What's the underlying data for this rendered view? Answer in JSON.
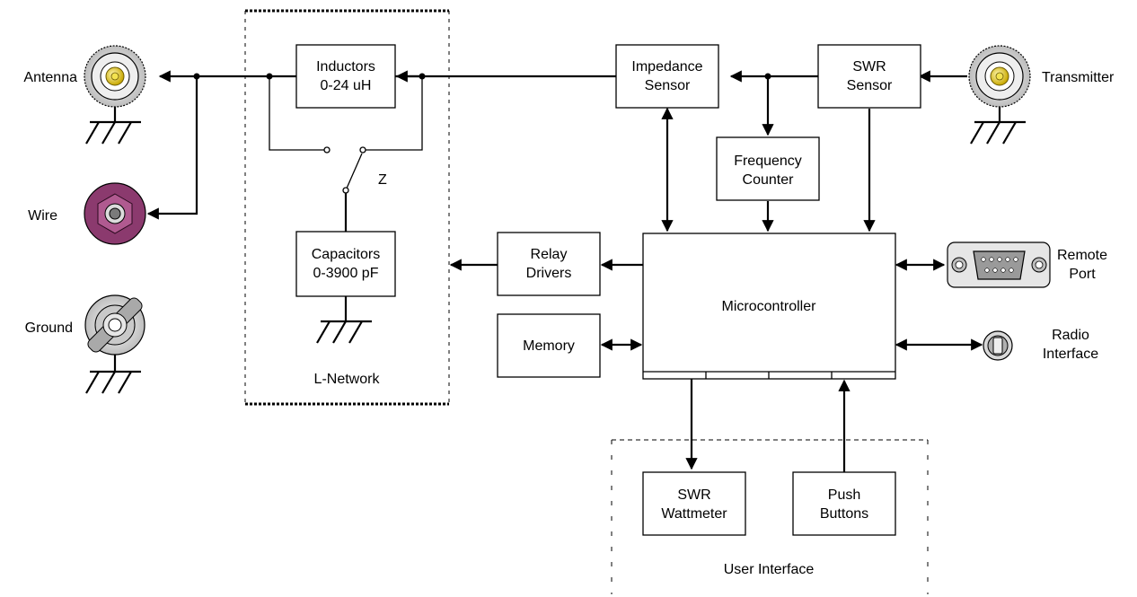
{
  "blocks": {
    "inductors": [
      "Inductors",
      "0-24 uH"
    ],
    "capacitors": [
      "Capacitors",
      "0-3900 pF"
    ],
    "impedance_sensor": [
      "Impedance",
      "Sensor"
    ],
    "swr_sensor": [
      "SWR",
      "Sensor"
    ],
    "frequency_counter": [
      "Frequency",
      "Counter"
    ],
    "relay_drivers": [
      "Relay",
      "Drivers"
    ],
    "memory": [
      "Memory"
    ],
    "microcontroller": [
      "Microcontroller"
    ],
    "swr_wattmeter": [
      "SWR",
      "Wattmeter"
    ],
    "push_buttons": [
      "Push",
      "Buttons"
    ]
  },
  "connectors": {
    "antenna": "Antenna",
    "wire": "Wire",
    "ground": "Ground",
    "transmitter": "Transmitter",
    "remote_port": [
      "Remote",
      "Port"
    ],
    "radio_interface": [
      "Radio",
      "Interface"
    ]
  },
  "groups": {
    "l_network": "L-Network",
    "user_interface": "User Interface"
  },
  "switch_label": "Z",
  "colors": {
    "wire_post": "#8b3a6e",
    "connector_gold": "#e8d21c",
    "connector_grey": "#c9c9c9"
  }
}
